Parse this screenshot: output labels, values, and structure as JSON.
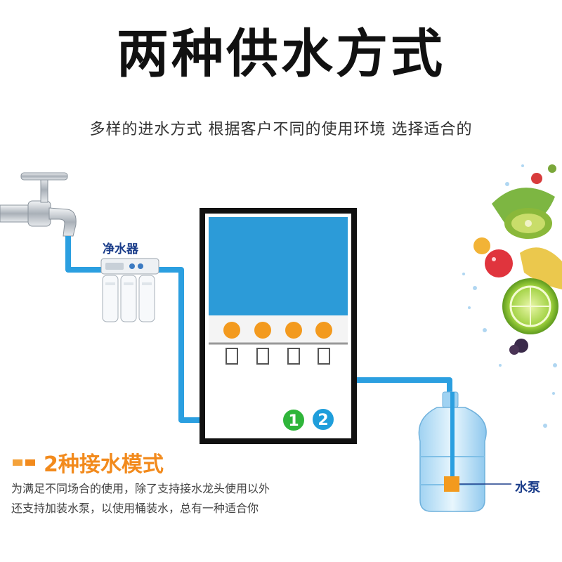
{
  "header": {
    "title": "两种供水方式",
    "subtitle": "多样的进水方式 根据客户不同的使用环境 选择适合的"
  },
  "labels": {
    "purifier": "净水器",
    "pump": "水泵"
  },
  "badges": {
    "one": "1",
    "two": "2"
  },
  "modes": {
    "title": "2种接水模式",
    "desc_line1": "为满足不同场合的使用，除了支持接水龙头使用以外",
    "desc_line2": "还支持加装水泵，以使用桶装水，总有一种适合你"
  },
  "colors": {
    "pipe": "#2b9fe0",
    "machine_panel": "#2c9bd8",
    "tap_button": "#f39a1e",
    "badge_one": "#2fb53a",
    "badge_two": "#1f9edb",
    "accent_orange": "#f28a1c"
  },
  "icons": [
    "faucet-icon",
    "water-purifier-icon",
    "water-bottle-icon",
    "pump-icon",
    "fruit-splash-decoration"
  ]
}
